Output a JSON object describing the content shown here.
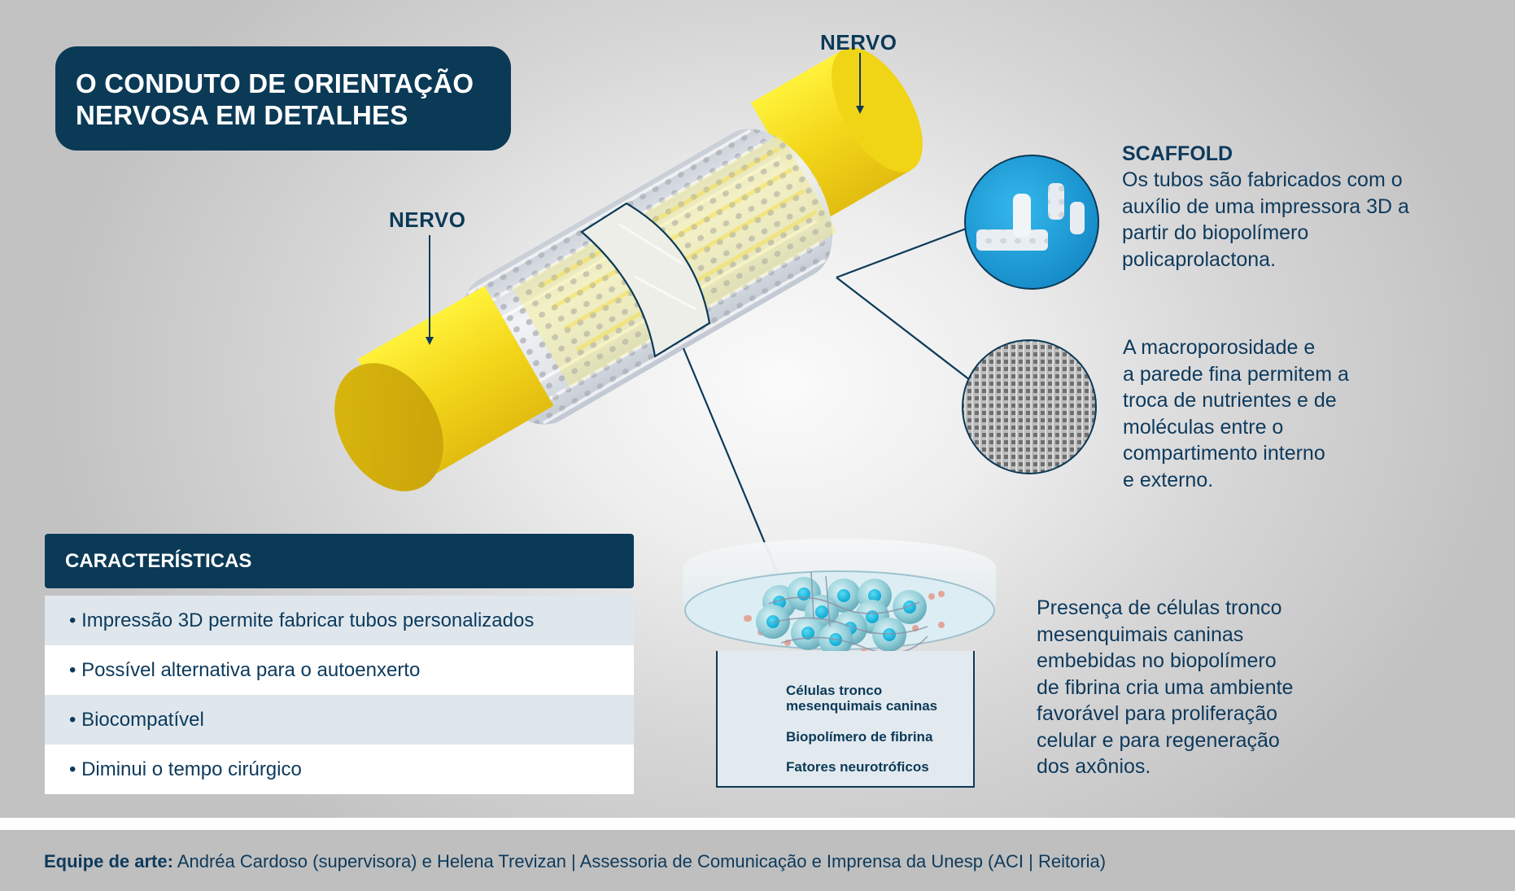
{
  "title": {
    "line1": "O CONDUTO DE ORIENTAÇÃO",
    "line2": "NERVOSA EM DETALHES"
  },
  "illustration": {
    "nerve_label_left": "NERVO",
    "nerve_label_top": "NERVO",
    "colors": {
      "nerve_yellow": "#f5dc14",
      "conduit": "#dfe3e8",
      "navy": "#0b3a57"
    }
  },
  "scaffold": {
    "heading": "SCAFFOLD",
    "lines": [
      "Os tubos são fabricados com o",
      "auxílio de uma impressora 3D a",
      "partir do biopolímero",
      "policaprolactona."
    ]
  },
  "porosity": {
    "lines": [
      "A macroporosidade e",
      "a parede fina permitem a",
      "troca de nutrientes e de",
      "moléculas entre o",
      "compartimento interno",
      "e externo."
    ]
  },
  "features": {
    "heading": "CARACTERÍSTICAS",
    "items": [
      "• Impressão 3D permite fabricar tubos personalizados",
      "• Possível alternativa para o autoenxerto",
      "• Biocompatível",
      "• Diminui o tempo cirúrgico"
    ]
  },
  "legend": {
    "cells_line1": "Células tronco",
    "cells_line2": "mesenquimais caninas",
    "fibrin": "Biopolímero de fibrina",
    "factors": "Fatores neurotróficos",
    "colors": {
      "cell": "#8fcfd8",
      "nucleus": "#16b4dc",
      "factor": "#d2311c"
    }
  },
  "cells_description": {
    "lines": [
      "Presença de células tronco",
      "mesenquimais caninas",
      "embebidas no biopolímero",
      "de fibrina cria uma ambiente",
      "favorável para proliferação",
      "celular e para regeneração",
      "dos axônios."
    ]
  },
  "footer": {
    "label": "Equipe de arte:",
    "text": " Andréa Cardoso (supervisora) e Helena Trevizan | Assessoria de Comunicação e Imprensa da Unesp (ACI | Reitoria)"
  }
}
